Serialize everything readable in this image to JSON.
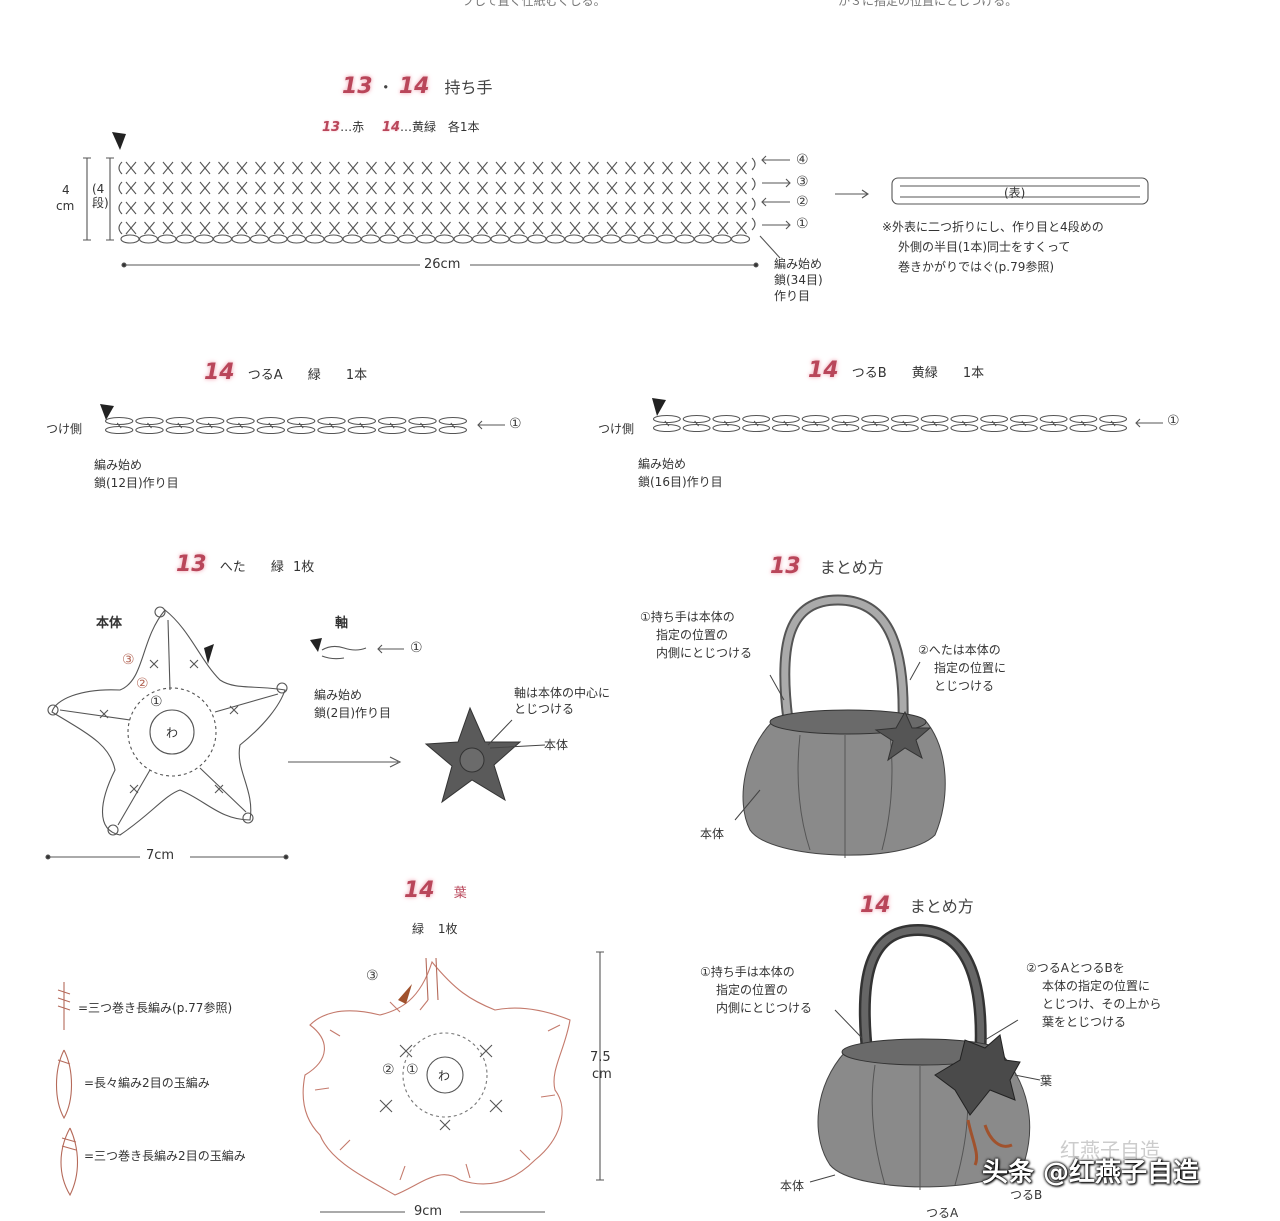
{
  "top_fragments": {
    "left": "フして置く仕紙むくしる。",
    "right": "か３に指定の位置にとしつける。"
  },
  "handle": {
    "num_a": "13",
    "sep": "・",
    "num_b": "14",
    "title": "持ち手",
    "sub_num_a": "13",
    "sub_text_a": "…赤",
    "sub_num_b": "14",
    "sub_text_b": "…黄緑",
    "sub_each": "各1本",
    "height_value": "4",
    "height_unit": "cm",
    "rows_label": "(4段)",
    "row_marks": [
      "④",
      "③",
      "②",
      "①"
    ],
    "width_label": "26cm",
    "start_lines": [
      "編み始め",
      "鎖(34目)",
      "作り目"
    ],
    "folded_label": "(表)",
    "note_lines": [
      "※外表に二つ折りにし、作り目と4段めの",
      "外側の半目(1本)同士をすくって",
      "巻きかがりではぐ(p.79参照)"
    ]
  },
  "vine_a": {
    "num": "14",
    "title": "つるA",
    "color": "緑",
    "count": "1本",
    "side_label": "つけ側",
    "row_mark": "①",
    "start_lines": [
      "編み始め",
      "鎖(12目)作り目"
    ]
  },
  "vine_b": {
    "num": "14",
    "title": "つるB",
    "color": "黄緑",
    "count": "1本",
    "side_label": "つけ側",
    "row_mark": "①",
    "start_lines": [
      "編み始め",
      "鎖(16目)作り目"
    ]
  },
  "calyx": {
    "num": "13",
    "title": "へた",
    "color": "緑",
    "count": "1枚",
    "body_label": "本体",
    "ring": "わ",
    "row_marks": [
      "③",
      "②",
      "①"
    ],
    "width_label": "7cm",
    "stem_label": "軸",
    "stem_mark": "①",
    "stem_start_lines": [
      "編み始め",
      "鎖(2目)作り目"
    ],
    "attach_lines": [
      "軸は本体の中心に",
      "とじつける"
    ],
    "attach_body": "本体"
  },
  "assembly13": {
    "num": "13",
    "title": "まとめ方",
    "note1_lines": [
      "①持ち手は本体の",
      "指定の位置の",
      "内側にとじつける"
    ],
    "note2_lines": [
      "②へたは本体の",
      "指定の位置に",
      "とじつける"
    ],
    "body_label": "本体"
  },
  "leaf": {
    "num": "14",
    "title": "葉",
    "color": "緑",
    "count": "1枚",
    "ring": "わ",
    "row_marks": [
      "③",
      "②",
      "①"
    ],
    "height_value": "7.5",
    "height_unit": "cm",
    "width_label": "9cm"
  },
  "legend": [
    {
      "icon": "triple-treble-symbol",
      "text": "=三つ巻き長編み(p.77参照)"
    },
    {
      "icon": "double-treble-cluster-symbol",
      "text": "=長々編み2目の玉編み"
    },
    {
      "icon": "triple-treble-cluster-symbol",
      "text": "=三つ巻き長編み2目の玉編み"
    }
  ],
  "assembly14": {
    "num": "14",
    "title": "まとめ方",
    "note1_lines": [
      "①持ち手は本体の",
      "指定の位置の",
      "内側にとじつける"
    ],
    "note2_lines": [
      "②つるAとつるBを",
      "本体の指定の位置に",
      "とじつけ、その上から",
      "葉をとじつける"
    ],
    "body_label": "本体",
    "leaf_label": "葉",
    "vine_b_label": "つるB",
    "vine_a_label": "つるA"
  },
  "watermark": {
    "faint": "红燕子自造",
    "text": "头条 @红燕子自造"
  },
  "colors": {
    "accent": "#b9465a",
    "line": "#555555",
    "fabric": "#8a8a8a",
    "leaf_brown": "#a0522d"
  }
}
